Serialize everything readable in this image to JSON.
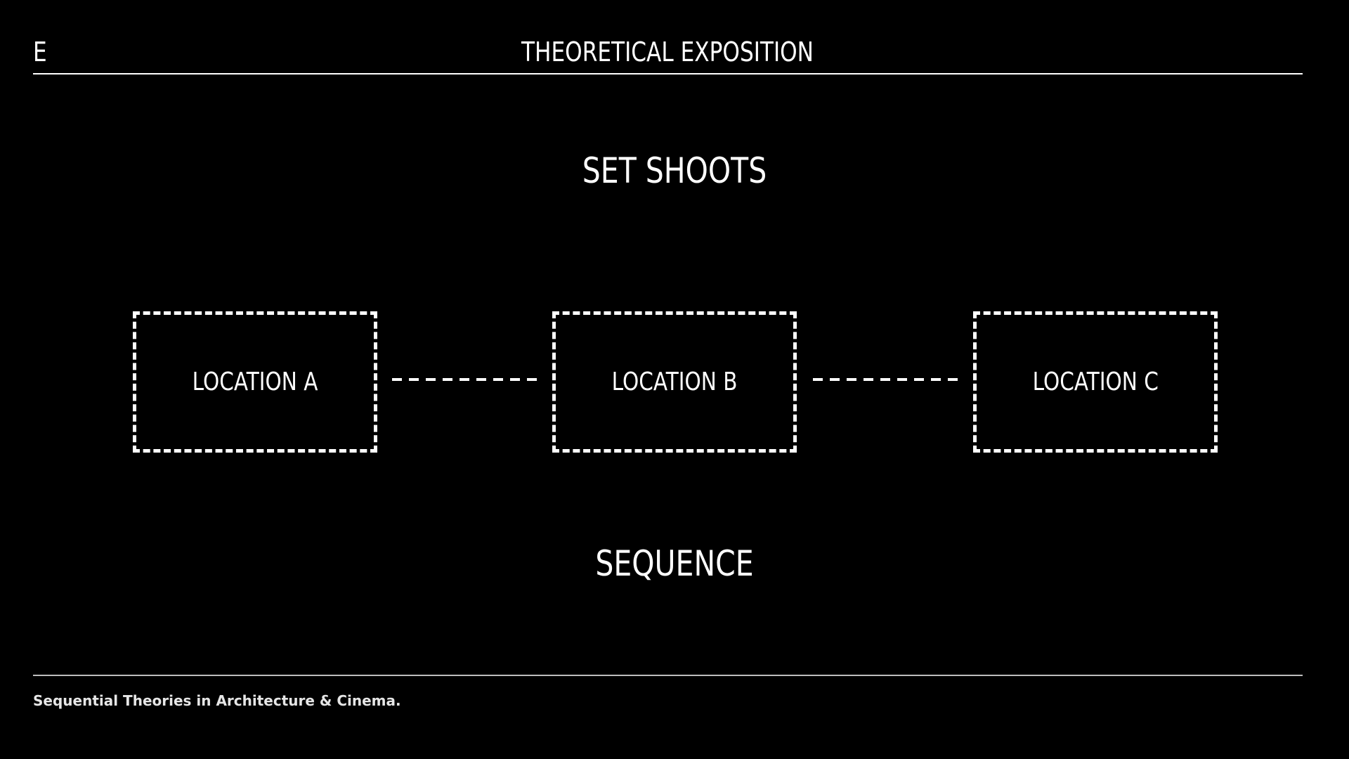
{
  "header": {
    "letter": "E",
    "title": "THEORETICAL EXPOSITION"
  },
  "diagram": {
    "top_heading": "SET SHOOTS",
    "bottom_heading": "SEQUENCE",
    "locations": [
      {
        "label": "LOCATION A"
      },
      {
        "label": "LOCATION B"
      },
      {
        "label": "LOCATION C"
      }
    ]
  },
  "footer": {
    "text": "Sequential Theories in Architecture & Cinema."
  },
  "colors": {
    "background": "#000000",
    "foreground": "#ffffff"
  }
}
